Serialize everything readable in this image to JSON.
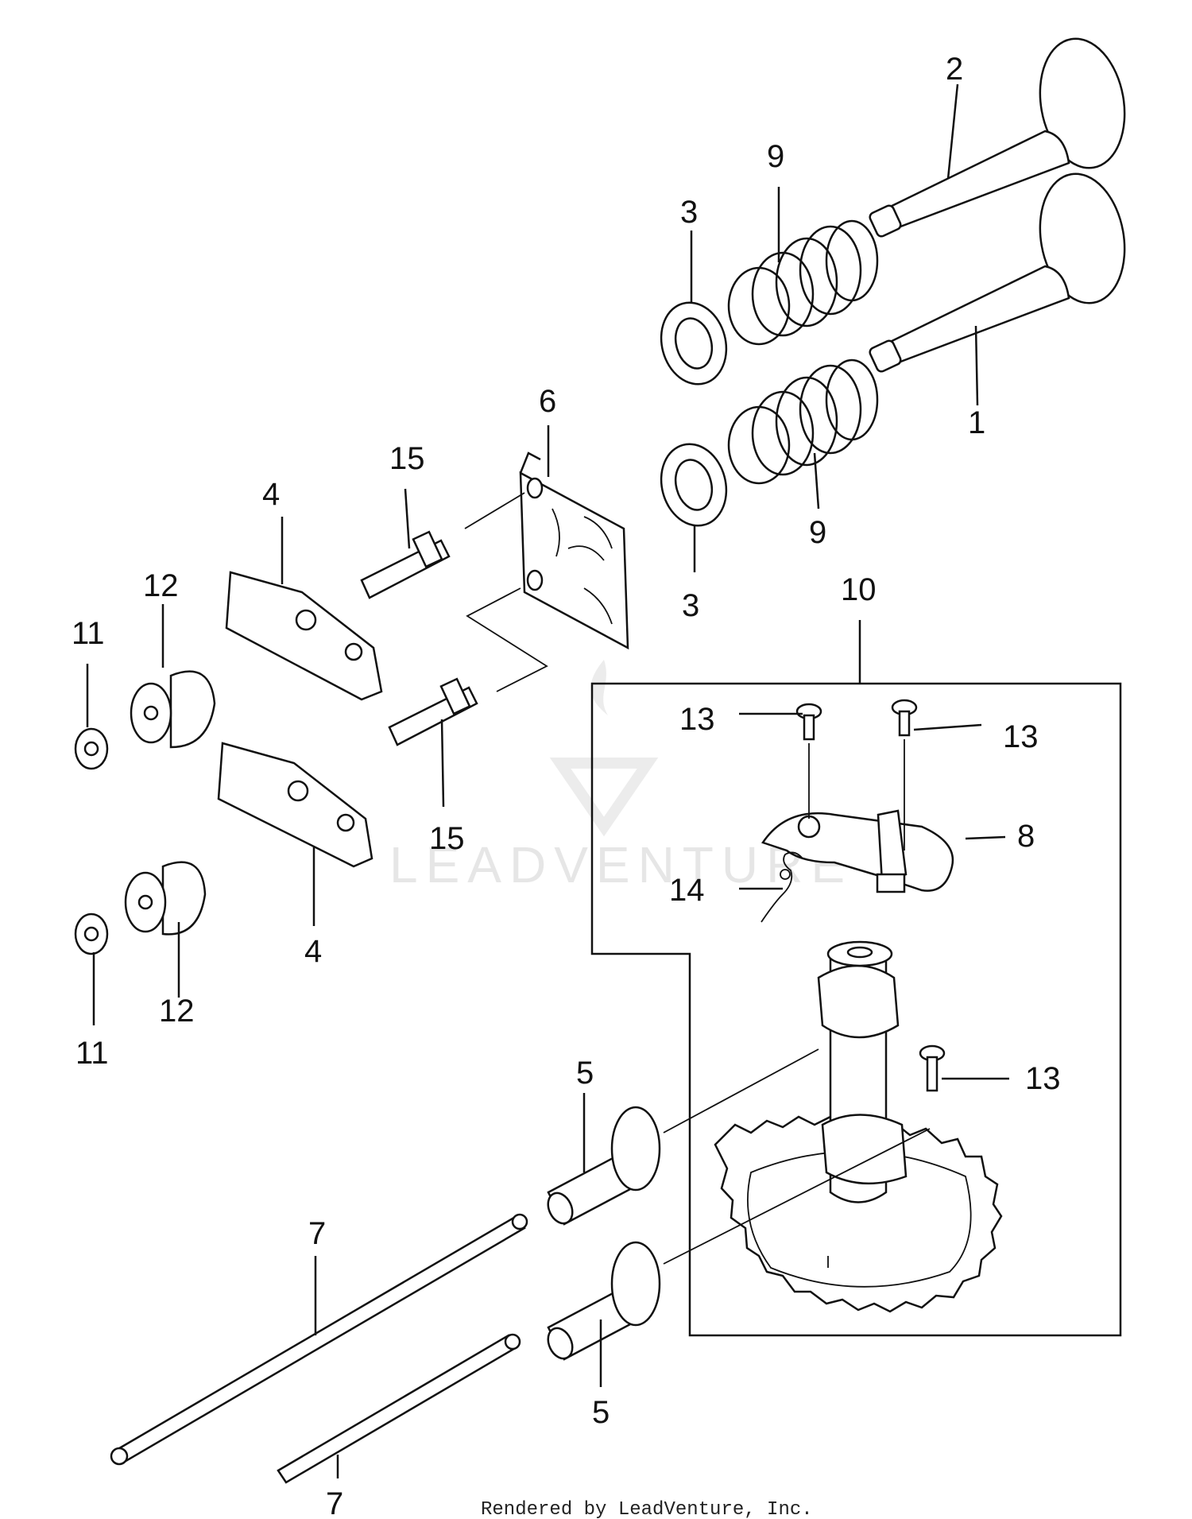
{
  "diagram": {
    "labels": {
      "l1": "1",
      "l2": "2",
      "l3a": "3",
      "l3b": "3",
      "l4a": "4",
      "l4b": "4",
      "l5a": "5",
      "l5b": "5",
      "l6": "6",
      "l7a": "7",
      "l7b": "7",
      "l8": "8",
      "l9a": "9",
      "l9b": "9",
      "l10": "10",
      "l11a": "11",
      "l11b": "11",
      "l12a": "12",
      "l12b": "12",
      "l13a": "13",
      "l13b": "13",
      "l13c": "13",
      "l14": "14",
      "l15a": "15",
      "l15b": "15"
    },
    "watermark": "LEADVENTURE",
    "footer": "Rendered by LeadVenture, Inc."
  }
}
